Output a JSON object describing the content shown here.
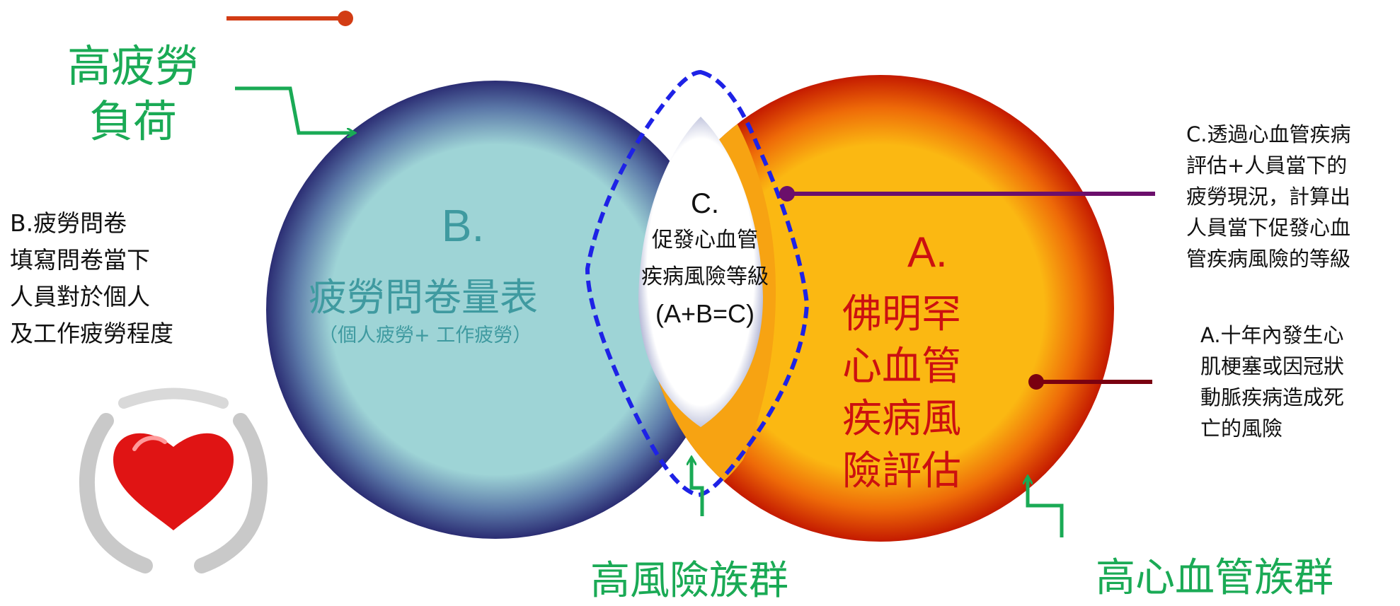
{
  "colors": {
    "blue_circle_edge": "#2b2d73",
    "blue_circle_center": "#9ed4d6",
    "orange_circle_center": "#fbb812",
    "orange_circle_edge": "#c41a00",
    "overlap_outline": "#1e22e6",
    "arrow_green": "#1aaa55",
    "connector_purple": "#6b0f6b",
    "connector_darkred": "#7a0010",
    "legend_line_red": "#d23c14"
  },
  "labels": {
    "high_fatigue_line1": "高疲勞",
    "high_fatigue_line2": "負荷",
    "high_risk_group": "高風險族群",
    "high_cv_group": "高心血管族群"
  },
  "circle_b": {
    "letter": "B.",
    "title": "疲勞問卷量表",
    "subtitle": "（個人疲勞+ 工作疲勞）"
  },
  "circle_a": {
    "letter": "A.",
    "title_lines": [
      "佛明罕",
      "心血管",
      "疾病風",
      "險評估"
    ]
  },
  "overlap_c": {
    "letter": "C.",
    "line1": "促發心血管",
    "line2": "疾病風險等級",
    "formula": "(A+B=C)"
  },
  "descriptions": {
    "b_lines": [
      "B.疲勞問卷",
      "填寫問卷當下",
      "人員對於個人",
      "及工作疲勞程度"
    ],
    "c_lines": [
      "C.透過心血管疾病",
      "評估+人員當下的",
      "疲勞現況，計算出",
      "人員當下促發心血",
      "管疾病風險的等級"
    ],
    "a_lines": [
      "A.十年內發生心",
      "肌梗塞或因冠狀",
      "動脈疾病造成死",
      "亡的風險"
    ]
  },
  "icons": {
    "heart_in_hands": "heart-hands-icon"
  }
}
